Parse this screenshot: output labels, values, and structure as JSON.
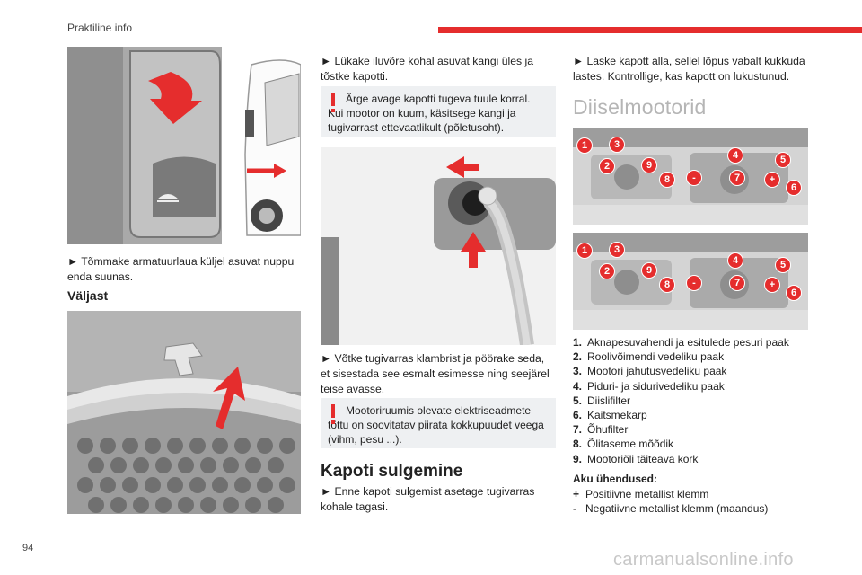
{
  "header": {
    "title": "Praktiline info"
  },
  "page_number": "94",
  "watermark": "carmanualsonline.info",
  "col1": {
    "step1": "► Tõmmake armatuurlaua küljel asuvat nuppu enda suunas.",
    "heading_outside": "Väljast"
  },
  "col2": {
    "step1": "► Lükake iluvõre kohal asuvat kangi üles ja tõstke kapotti.",
    "warning1": "Ärge avage kapotti tugeva tuule korral. Kui mootor on kuum, käsitsege kangi ja tugivarrast ettevaatlikult (põletusoht).",
    "step2": "► Võtke tugivarras klambrist ja pöörake seda, et sisestada see esmalt esimesse ning seejärel teise avasse.",
    "warning2": "Mootoriruumis olevate elektriseadmete tõttu on soovitatav piirata kokkupuudet veega (vihm, pesu ...).",
    "heading_closing": "Kapoti sulgemine",
    "step3": "► Enne kapoti sulgemist asetage tugivarras kohale tagasi."
  },
  "col3": {
    "step1": "► Laske kapott alla, sellel lõpus vabalt kukkuda lastes. Kontrollige, kas kapott on lukustunud.",
    "heading_diesel": "Diiselmootorid",
    "engine_labels": [
      "1",
      "2",
      "3",
      "4",
      "5",
      "6",
      "7",
      "8",
      "9",
      "-",
      "+"
    ],
    "items": [
      {
        "num": "1.",
        "text": "Aknapesuvahendi ja esitulede pesuri paak"
      },
      {
        "num": "2.",
        "text": "Roolivõimendi vedeliku paak"
      },
      {
        "num": "3.",
        "text": "Mootori jahutusvedeliku paak"
      },
      {
        "num": "4.",
        "text": "Piduri- ja sidurivedeliku paak"
      },
      {
        "num": "5.",
        "text": "Diislifilter"
      },
      {
        "num": "6.",
        "text": "Kaitsmekarp"
      },
      {
        "num": "7.",
        "text": "Õhufilter"
      },
      {
        "num": "8.",
        "text": "Õlitaseme mõõdik"
      },
      {
        "num": "9.",
        "text": "Mootoriõli täiteava kork"
      }
    ],
    "battery_title": "Aku ühendused:",
    "battery": [
      {
        "sym": "+",
        "text": "Positiivne metallist klemm"
      },
      {
        "sym": "-",
        "text": "Negatiivne metallist klemm (maandus)"
      }
    ]
  },
  "colors": {
    "accent": "#e52d2d",
    "warning_bg": "#eef0f2",
    "heading_gray": "#b5b5b5"
  }
}
